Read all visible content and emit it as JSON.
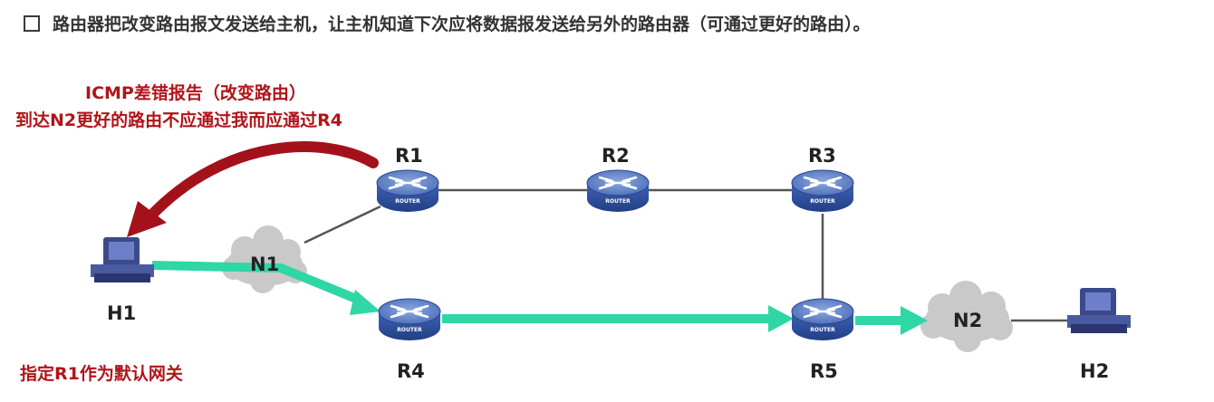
{
  "header": {
    "text": "路由器把改变路由报文发送给主机，让主机知道下次应将数据报发送给另外的路由器（可通过更好的路由）。"
  },
  "annotation": {
    "line1": "ICMP差错报告（改变路由）",
    "line2": "到达N2更好的路由不应通过我而应通过R4"
  },
  "gateway_note": "指定R1作为默认网关",
  "routers": [
    {
      "id": "r1",
      "label": "R1",
      "badge": "ROUTER"
    },
    {
      "id": "r2",
      "label": "R2",
      "badge": "ROUTER"
    },
    {
      "id": "r3",
      "label": "R3",
      "badge": "ROUTER"
    },
    {
      "id": "r4",
      "label": "R4",
      "badge": "ROUTER"
    },
    {
      "id": "r5",
      "label": "R5",
      "badge": "ROUTER"
    }
  ],
  "networks": [
    {
      "id": "n1",
      "label": "N1"
    },
    {
      "id": "n2",
      "label": "N2"
    }
  ],
  "hosts": [
    {
      "id": "h1",
      "label": "H1"
    },
    {
      "id": "h2",
      "label": "H2"
    }
  ],
  "colors": {
    "router_fill": "#2f4f9e",
    "router_top": "#6d8fd0",
    "path_green": "#2fd6a6",
    "icmp_red": "#a3121a",
    "link_gray": "#555555",
    "cloud_gray": "#c9c9c9"
  }
}
